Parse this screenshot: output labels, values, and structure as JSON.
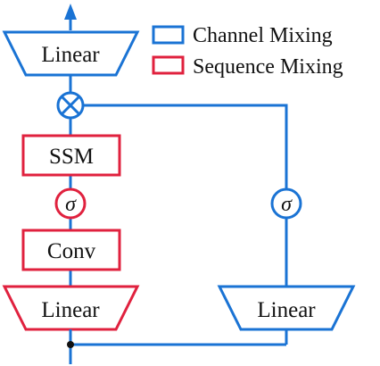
{
  "diagram": {
    "top_linear_label": "Linear",
    "ssm_label": "SSM",
    "sigma_left_label": "σ",
    "conv_label": "Conv",
    "bottom_left_linear_label": "Linear",
    "sigma_right_label": "σ",
    "bottom_right_linear_label": "Linear"
  },
  "legend": {
    "channel_label": "Channel Mixing",
    "sequence_label": "Sequence Mixing"
  },
  "colors": {
    "channel": "#1a73d4",
    "sequence": "#e0213e",
    "ink": "#111111"
  }
}
